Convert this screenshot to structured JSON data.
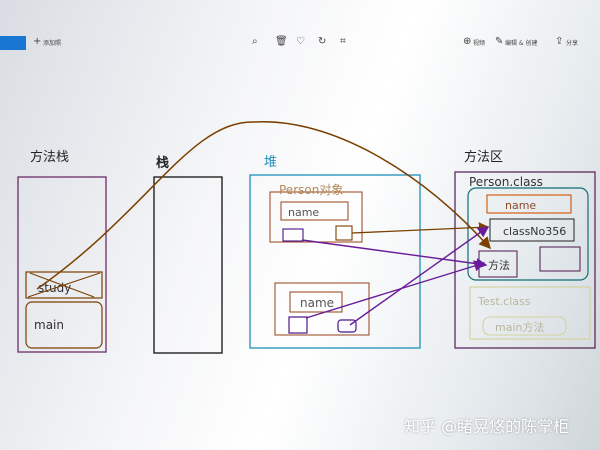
{
  "toolbar": {
    "left_add_label": "添加照",
    "right_labels": [
      "视频",
      "编辑 & 创建",
      "分享"
    ]
  },
  "diagram": {
    "stack_method_label": "方法栈",
    "stack_label": "栈",
    "heap_label": "堆",
    "method_area_label": "方法区",
    "frames": {
      "study": "study",
      "main": "main"
    },
    "person_object_label": "Person对象",
    "field_name_1": "name",
    "field_name_2": "name",
    "person_class_label": "Person.class",
    "class_field_name": "name",
    "class_field_classno": "classNo356",
    "class_method": "方法",
    "test_class_label": "Test.class",
    "test_main_method": "main方法"
  },
  "watermark": "知乎 @睹晃悠的陈掌柜",
  "colors": {
    "method_stack_border": "#6b2d6b",
    "heap_border": "#1f8fb8",
    "object_border": "#a0522d",
    "arrow_purple": "#6a1b9a",
    "arrow_brown": "#7b3f00",
    "method_area_border": "#5c2a5c",
    "person_class_border": "#0f6d74"
  }
}
